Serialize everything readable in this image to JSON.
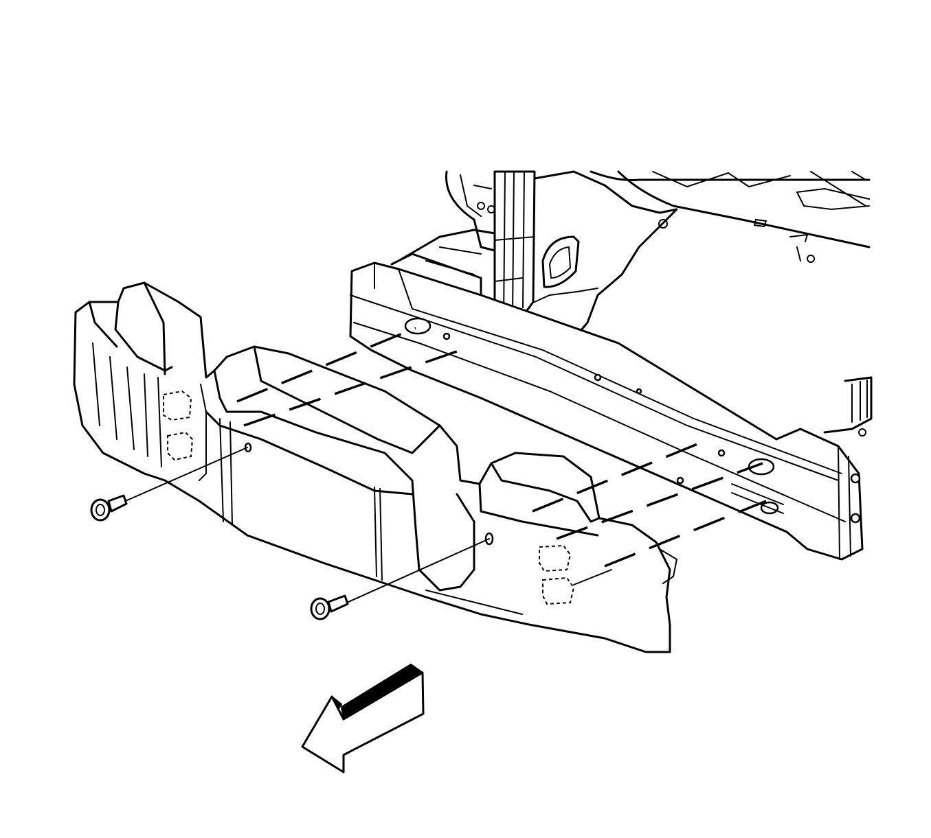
{
  "figure": {
    "kind": "exploded assembly line drawing",
    "style": {
      "ink_color": "#000000",
      "background_color": "#ffffff"
    },
    "parts": {
      "vehicle_frame": "vehicle-frame",
      "bumper_bar": "bumper-impact-bar",
      "energy_absorber": "bumper-energy-absorber",
      "fasteners": [
        "push-pin-retainer-left",
        "push-pin-retainer-center"
      ],
      "direction_arrow": "front-of-vehicle-arrow-icon"
    },
    "fastener_count": 2,
    "text_labels": []
  }
}
